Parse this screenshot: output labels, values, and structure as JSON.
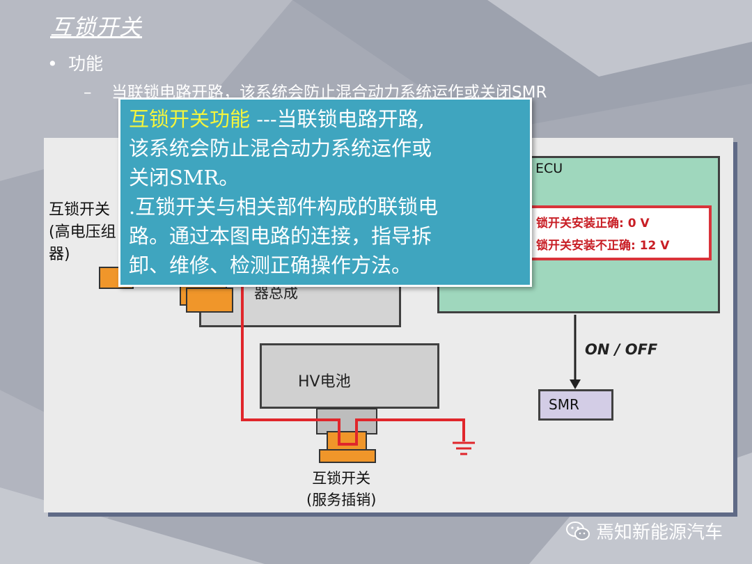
{
  "slide": {
    "title": "互锁开关",
    "bullet": "功能",
    "sub_bullet": "当联锁电路开路，该系统会防止混合动力系统运作或关闭SMR",
    "bullet_marker": "•",
    "dash_marker": "–"
  },
  "diagram": {
    "ecu_label": "ECU",
    "ecu_status_ok": "锁开关安装正确: 0 V",
    "ecu_status_bad": "锁开关安装不正确: 12 V",
    "signal_label": "ON / OFF",
    "smr_label": "SMR",
    "inverter_label": "器总成",
    "hv_battery_label": "HV电池",
    "left_switch_label_line1": "互锁开关",
    "left_switch_label_line2": "(高电压组",
    "left_switch_label_line3": "器)",
    "service_plug_label_line1": "互锁开关",
    "service_plug_label_line2": "(服务插销)"
  },
  "popup": {
    "highlight": "互锁开关功能",
    "line1_rest": " ---当联锁电路开路,",
    "line2": "该系统会防止混合动力系统运作或",
    "line3": "关闭SMR。",
    "line4": ".互锁开关与相关部件构成的联锁电",
    "line5": "路。通过本图电路的连接，指导拆",
    "line6": "卸、维修、检测正确操作方法。"
  },
  "watermark": {
    "text": "焉知新能源汽车",
    "icon": "wechat-icon"
  },
  "colors": {
    "wire_red": "#e0262b",
    "popup_bg": "#3fa5bf",
    "popup_highlight": "#f5f53c",
    "ecu_bg": "#9fd7bd",
    "smr_bg": "#d3cde6",
    "connector_orange": "#f0962a"
  }
}
